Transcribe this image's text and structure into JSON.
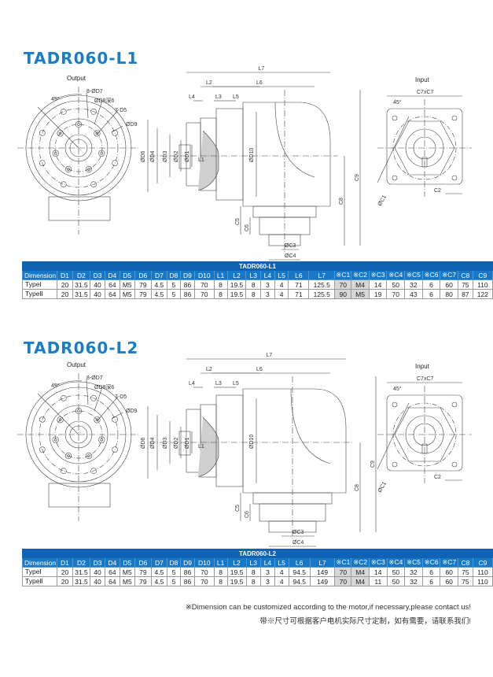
{
  "sections": [
    {
      "title": "TADR060-L1",
      "labels": {
        "output": "Output",
        "input": "Input",
        "angle": "45°",
        "d7": "8-ØD7",
        "d8": "ØD8深6",
        "d5": "7-D5",
        "d9": "ØD9",
        "l7": "L7",
        "l2": "L2",
        "l6": "L6",
        "l4": "L4",
        "l3": "L3",
        "l5": "L5",
        "l1": "L1",
        "d6": "ØD6",
        "d4": "ØD4",
        "d3": "ØD3",
        "d2": "ØD2",
        "d1": "ØD1",
        "d10": "ØD10",
        "c8": "C8",
        "c9": "C9",
        "c5": "C5",
        "c6": "C6",
        "c3": "ØC3",
        "c4": "ØC4",
        "c7": "C7xC7",
        "c1": "ØC1",
        "c2": "C2"
      },
      "table": {
        "caption": "TADR060-L1",
        "headers": [
          "Dimension",
          "D1",
          "D2",
          "D3",
          "D4",
          "D5",
          "D6",
          "D7",
          "D8",
          "D9",
          "D10",
          "L1",
          "L2",
          "L3",
          "L4",
          "L5",
          "L6",
          "L7",
          "※C1",
          "※C2",
          "※C3",
          "※C4",
          "※C5",
          "※C6",
          "※C7",
          "C8",
          "C9"
        ],
        "rows": [
          [
            "TypeⅠ",
            "20",
            "31.5",
            "40",
            "64",
            "M5",
            "79",
            "4.5",
            "5",
            "86",
            "70",
            "8",
            "19.5",
            "8",
            "3",
            "4",
            "71",
            "125.5",
            "70",
            "M4",
            "14",
            "50",
            "32",
            "6",
            "60",
            "75",
            "110"
          ],
          [
            "TypeⅡ",
            "20",
            "31.5",
            "40",
            "64",
            "M5",
            "79",
            "4.5",
            "5",
            "86",
            "70",
            "8",
            "19.5",
            "8",
            "3",
            "4",
            "71",
            "125.5",
            "90",
            "M5",
            "19",
            "70",
            "43",
            "6",
            "80",
            "87",
            "122"
          ]
        ]
      }
    },
    {
      "title": "TADR060-L2",
      "labels": {
        "output": "Output",
        "input": "Input",
        "angle": "45°",
        "d7": "8-ØD7",
        "d8": "ØD8深6",
        "d5": "7-D5",
        "d9": "ØD9",
        "l7": "L7",
        "l2": "L2",
        "l6": "L6",
        "l4": "L4",
        "l3": "L3",
        "l5": "L5",
        "l1": "L1",
        "d6": "ØD6",
        "d4": "ØD4",
        "d3": "ØD3",
        "d2": "ØD2",
        "d1": "ØD1",
        "d10": "ØD10",
        "c8": "C8",
        "c9": "C9",
        "c5": "C5",
        "c6": "C6",
        "c3": "ØC3",
        "c4": "ØC4",
        "c7": "C7xC7",
        "c1": "ØC1",
        "c2": "C2"
      },
      "table": {
        "caption": "TADR060-L2",
        "headers": [
          "Dimension",
          "D1",
          "D2",
          "D3",
          "D4",
          "D5",
          "D6",
          "D7",
          "D8",
          "D9",
          "D10",
          "L1",
          "L2",
          "L3",
          "L4",
          "L5",
          "L6",
          "L7",
          "※C1",
          "※C2",
          "※C3",
          "※C4",
          "※C5",
          "※C6",
          "※C7",
          "C8",
          "C9"
        ],
        "rows": [
          [
            "TypeⅠ",
            "20",
            "31.5",
            "40",
            "64",
            "M5",
            "79",
            "4.5",
            "5",
            "86",
            "70",
            "8",
            "19.5",
            "8",
            "3",
            "4",
            "94.5",
            "149",
            "70",
            "M4",
            "14",
            "50",
            "32",
            "6",
            "60",
            "75",
            "110"
          ],
          [
            "TypeⅡ",
            "20",
            "31.5",
            "40",
            "64",
            "M5",
            "79",
            "4.5",
            "5",
            "86",
            "70",
            "8",
            "19.5",
            "8",
            "3",
            "4",
            "94.5",
            "149",
            "70",
            "M4",
            "11",
            "50",
            "32",
            "6",
            "60",
            "75",
            "110"
          ]
        ]
      }
    }
  ],
  "notes": {
    "english": "※Dimension can be customized according to the motor,if necessary,please contact us!",
    "chinese": "带※尺寸可根据客户电机实际尺寸定制，如有需要，请联系我们!"
  }
}
